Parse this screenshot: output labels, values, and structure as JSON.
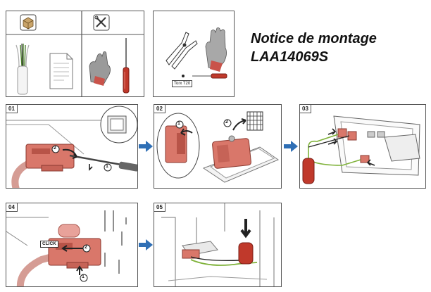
{
  "title": {
    "line1": "Notice de montage",
    "line2": "LAA14069S"
  },
  "tools_panel": {
    "torx_label": "Torx T20"
  },
  "steps": [
    {
      "number": "01"
    },
    {
      "number": "02",
      "marker": "2"
    },
    {
      "number": "03"
    },
    {
      "number": "04",
      "click_label": "CLICK"
    },
    {
      "number": "05"
    }
  ],
  "step1_markers": [
    "2",
    "1"
  ],
  "step2_markers": [
    "1",
    "2"
  ],
  "step4_markers": [
    "2",
    "1"
  ],
  "colors": {
    "arrow": "#2f6fb5",
    "part": "#d9776a",
    "part_dark": "#b85448",
    "wire_green": "#7fb23a",
    "border": "#555555"
  }
}
